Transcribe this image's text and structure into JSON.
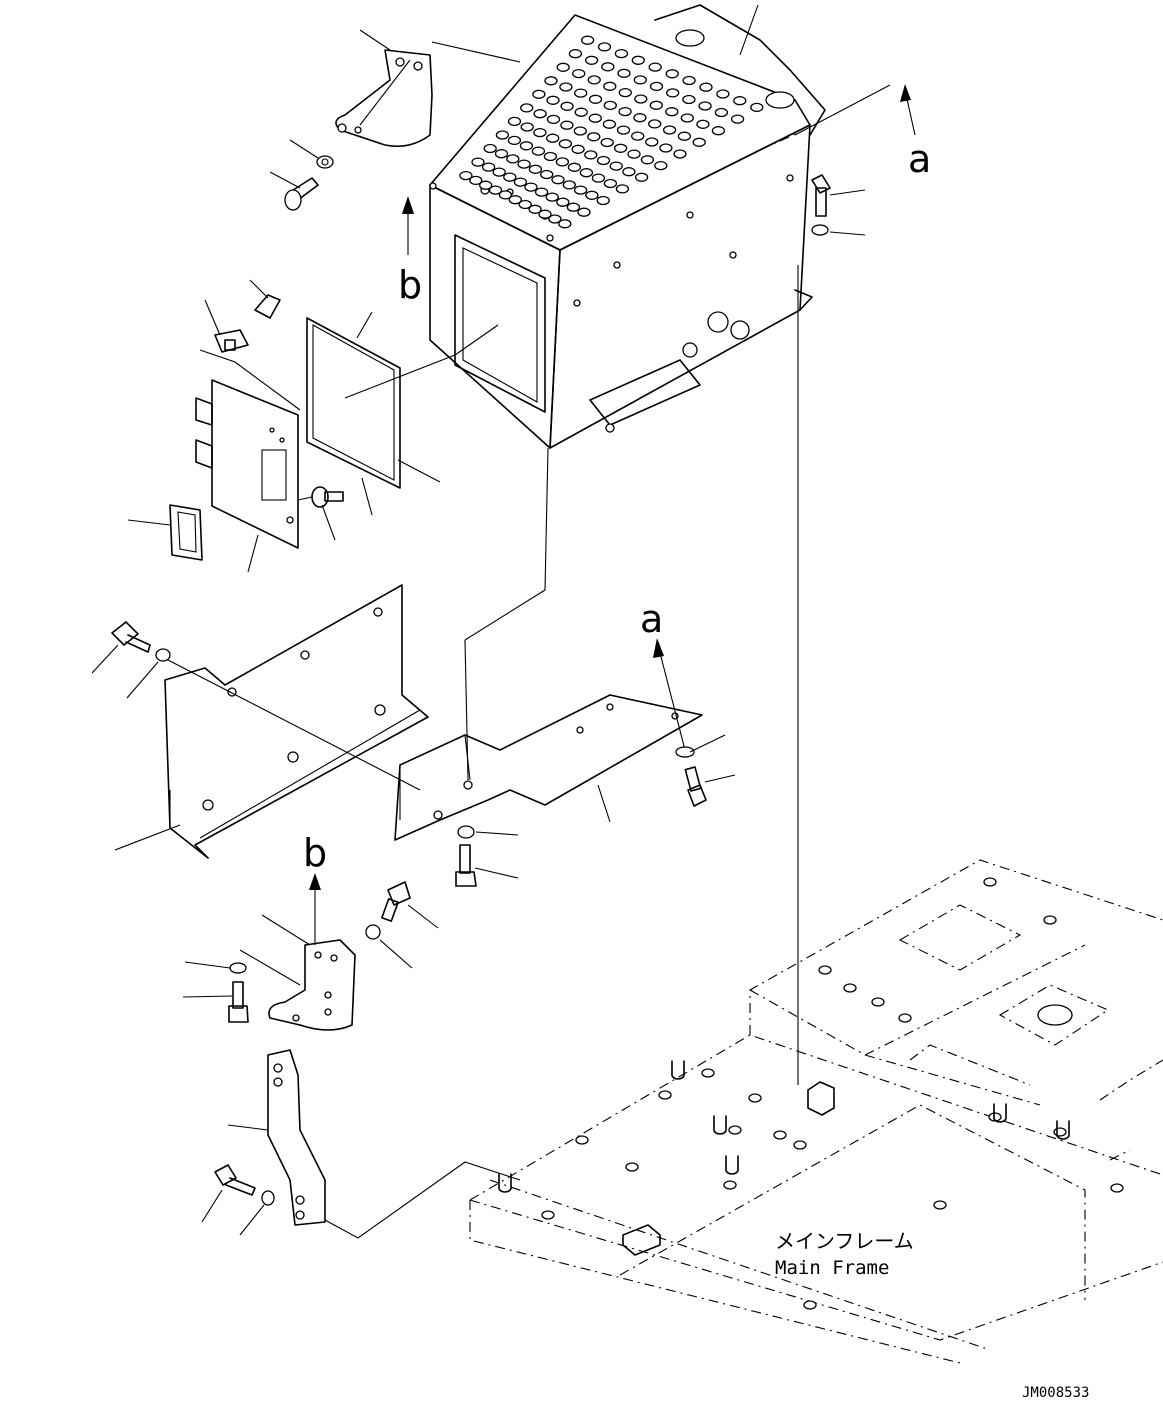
{
  "labels": {
    "arrow_a_top": "a",
    "arrow_b_top": "b",
    "arrow_a_mid": "a",
    "arrow_b_low": "b"
  },
  "frame_label": {
    "jp": "メインフレーム",
    "en": "Main Frame"
  },
  "drawing_code": "JM008533"
}
